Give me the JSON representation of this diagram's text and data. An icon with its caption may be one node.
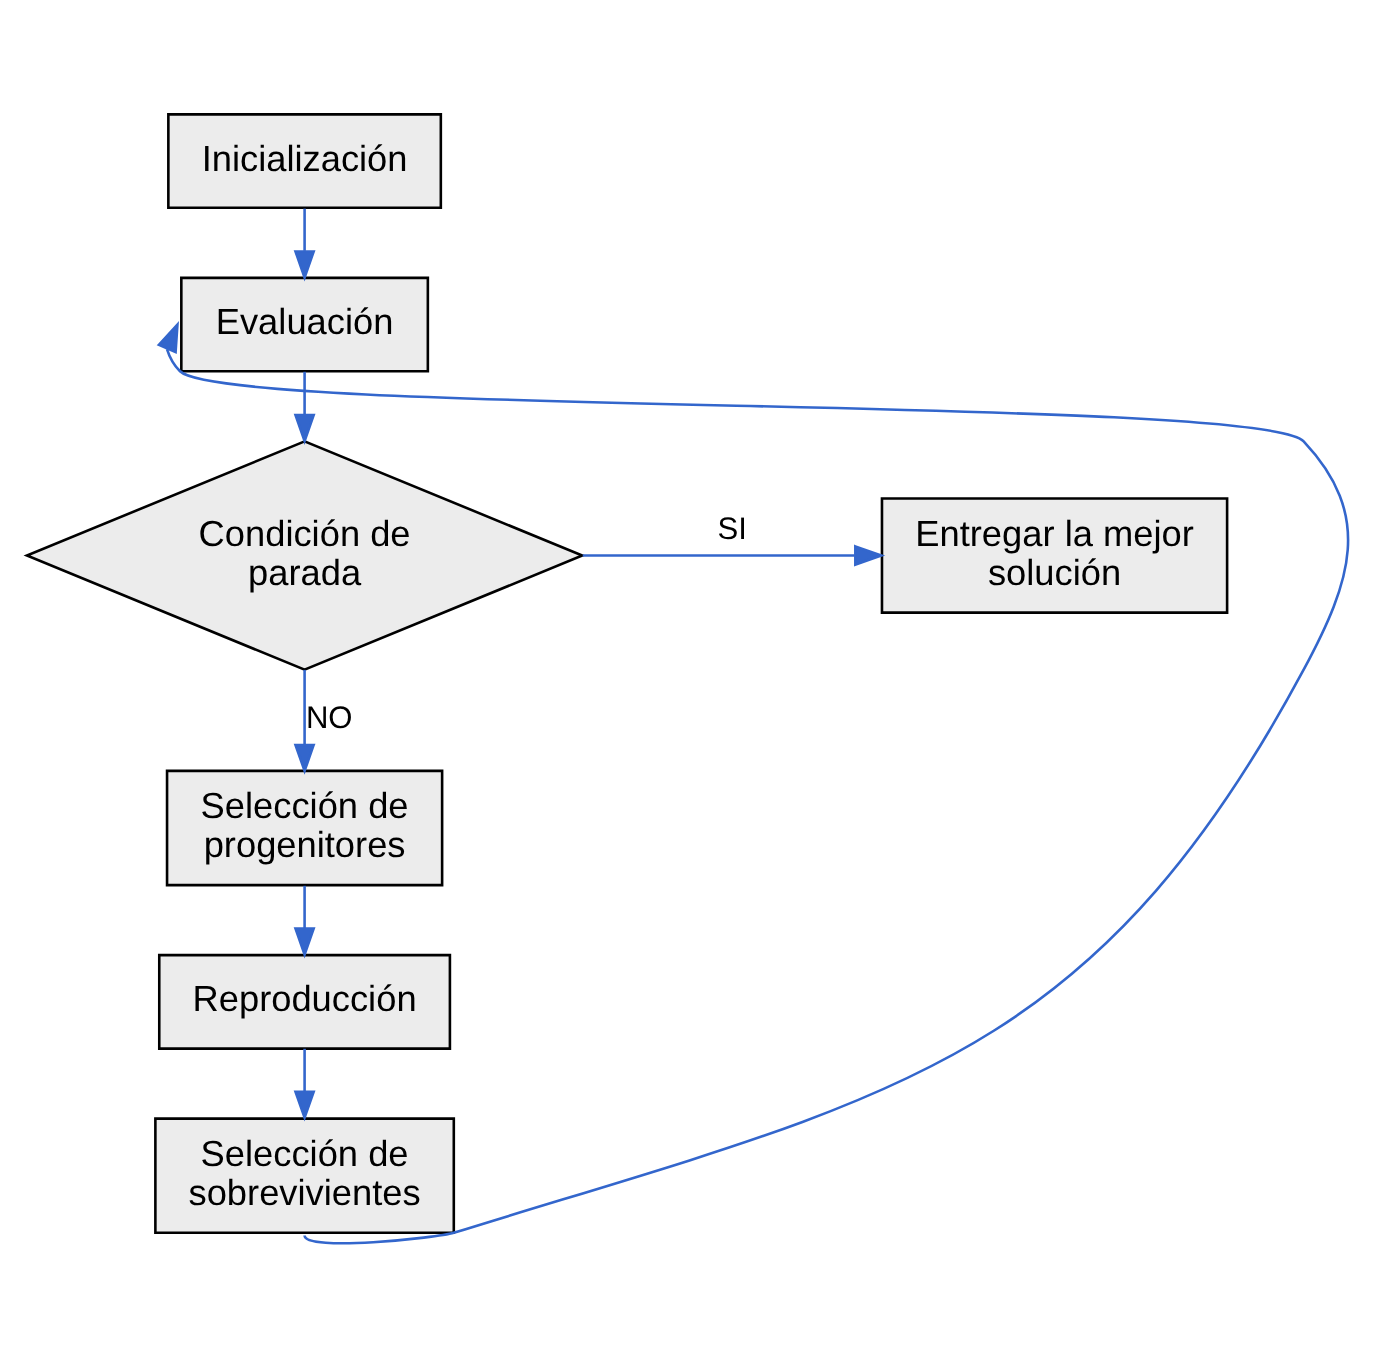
{
  "diagram": {
    "nodes": [
      {
        "text": [
          "Inicialización"
        ]
      },
      {
        "text": [
          "Evaluación"
        ]
      },
      {
        "text": [
          "Condición de parada"
        ]
      },
      {
        "text": [
          "Entregar la mejor solución"
        ]
      },
      {
        "text": [
          "Selección de progenitores"
        ]
      },
      {
        "text": [
          "Reproducción"
        ]
      },
      {
        "text": [
          "Selección de sobrevivientes"
        ]
      }
    ],
    "edges": [
      {
        "from": 0,
        "to": 1,
        "arrow": "to"
      },
      {
        "from": 1,
        "to": 2,
        "arrow": "to"
      },
      {
        "from": 2,
        "to": 3,
        "arrow": "to",
        "label": "SI"
      },
      {
        "from": 2,
        "to": 4,
        "arrow": "to",
        "label": "NO"
      },
      {
        "from": 4,
        "to": 5,
        "arrow": "to"
      },
      {
        "from": 5,
        "to": 6,
        "arrow": "to"
      },
      {
        "from": 6,
        "to": 1,
        "arrow": "to"
      }
    ]
  }
}
